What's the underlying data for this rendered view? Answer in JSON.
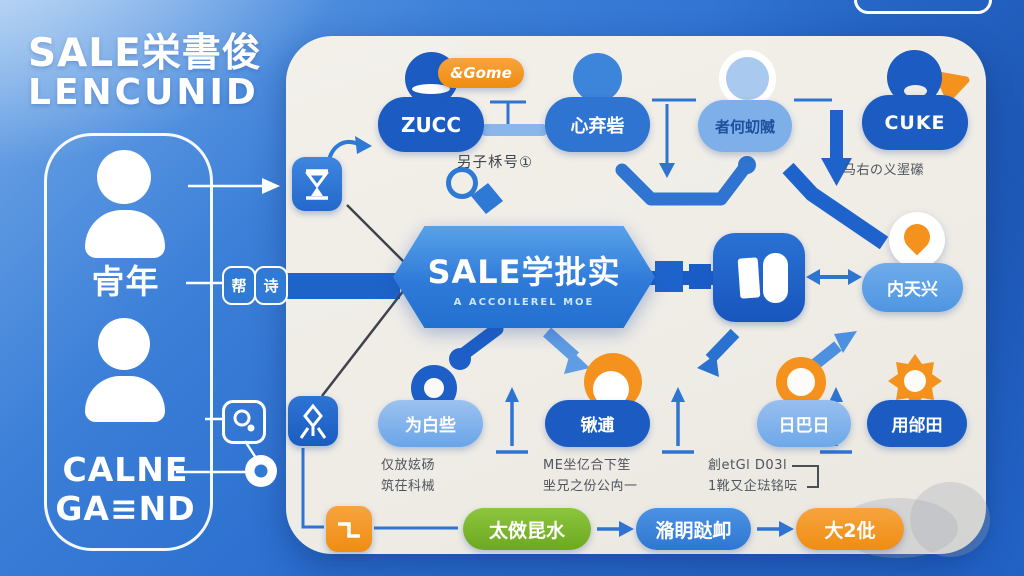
{
  "title": {
    "line1": "SALE栄書俊",
    "line2": "LENCUNID"
  },
  "sidebar": {
    "member1": "肻年",
    "member2_line1": "CALNE",
    "member2_line2": "GA≡ND",
    "badge1": "帮",
    "badge2": "诗"
  },
  "diagram": {
    "top_caption": "另子柇号①",
    "top_row": [
      {
        "name": "ZUCC",
        "badge": "&Gome"
      },
      {
        "name": "心弃砦"
      },
      {
        "name": "者何虭隇"
      },
      {
        "name": "CUKE",
        "caption": "马右の义埿礯"
      }
    ],
    "center": {
      "title": "SALE学批实",
      "subtitle": "A ACCOILEREL MOE"
    },
    "right_pill": "内天兴",
    "bottom_row": [
      {
        "name": "为白些",
        "caption1": "仅放妶砀",
        "caption2": "筑茌科械"
      },
      {
        "name": "锹逋",
        "caption1": "ME坐亿合下笙",
        "caption2": "㘴兄之份公禸一"
      },
      {
        "name": "日巴日",
        "caption1": "創etGl D03l",
        "caption2": "1靴又企琺铭呍"
      },
      {
        "name": "用邰田"
      }
    ],
    "flow_steps": [
      "太傚昆水",
      "潃眀跶卹",
      "大2仳"
    ]
  },
  "colors": {
    "dark_blue": "#1c5cc2",
    "mid_blue": "#2e74d0",
    "light_blue": "#7fb0e9",
    "orange": "#f5921d",
    "green": "#7ab32e",
    "panel": "#f0ede7"
  }
}
